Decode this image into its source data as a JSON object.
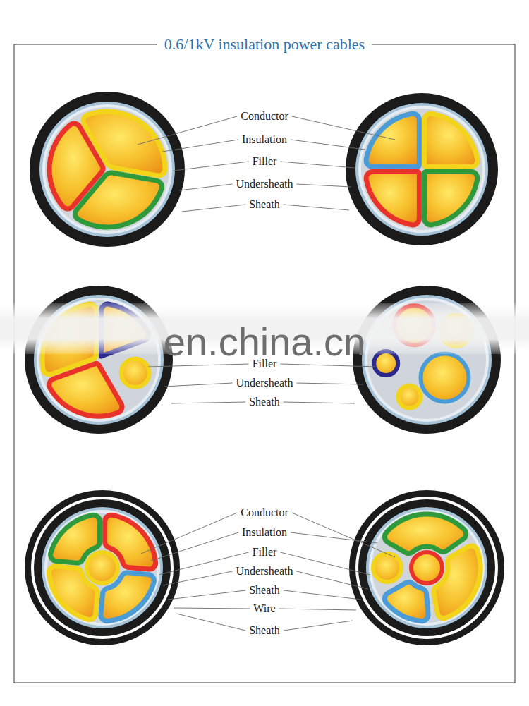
{
  "diagram": {
    "title": "0.6/1kV insulation power cables",
    "labels": [
      "Conductor",
      "Insulation",
      "Filler",
      "Undersheath",
      "Sheath",
      "en.china.cn",
      "Filler",
      "Undersheath",
      "Sheath",
      "Conductor",
      "Insulation",
      "Filler",
      "Undersheath",
      "Sheath",
      "Wire",
      "Sheath"
    ]
  }
}
